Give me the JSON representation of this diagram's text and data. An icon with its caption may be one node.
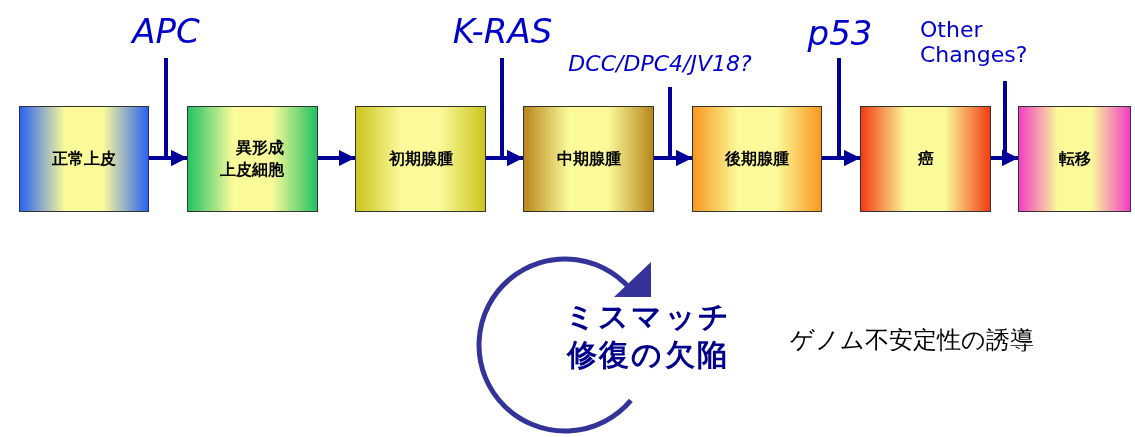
{
  "diagram": {
    "nodes": [
      {
        "text": [
          "正常上皮"
        ]
      },
      {
        "text": [
          "異形成上皮細胞"
        ]
      },
      {
        "text": [
          "初期腺腫"
        ]
      },
      {
        "text": [
          "中期腺腫"
        ]
      },
      {
        "text": [
          "後期腺腫"
        ]
      },
      {
        "text": [
          "癌"
        ]
      },
      {
        "text": [
          "転移"
        ]
      },
      {
        "text": [
          "APC"
        ]
      },
      {
        "text": [
          "K-RAS"
        ]
      },
      {
        "text": [
          "DCC/DPC4/JV18?"
        ]
      },
      {
        "text": [
          "p53"
        ]
      },
      {
        "text": [
          "Other Changes?"
        ]
      }
    ],
    "edges": [
      {
        "from": 0,
        "to": 1,
        "arrow": "to"
      },
      {
        "from": 1,
        "to": 2,
        "arrow": "to"
      },
      {
        "from": 2,
        "to": 3,
        "arrow": "to"
      },
      {
        "from": 3,
        "to": 4,
        "arrow": "to"
      },
      {
        "from": 4,
        "to": 5,
        "arrow": "to"
      },
      {
        "from": 5,
        "to": 6,
        "arrow": "to"
      },
      {
        "from": 7,
        "to": 1,
        "arrow": "to"
      },
      {
        "from": 8,
        "to": 3,
        "arrow": "to"
      },
      {
        "from": 9,
        "to": 4,
        "arrow": "to"
      },
      {
        "from": 10,
        "to": 5,
        "arrow": "to"
      },
      {
        "from": 11,
        "to": 6,
        "arrow": "to"
      }
    ],
    "labels": [
      "ミスマッチ修復の欠陥",
      "ゲノム不安定性の誘導"
    ]
  }
}
